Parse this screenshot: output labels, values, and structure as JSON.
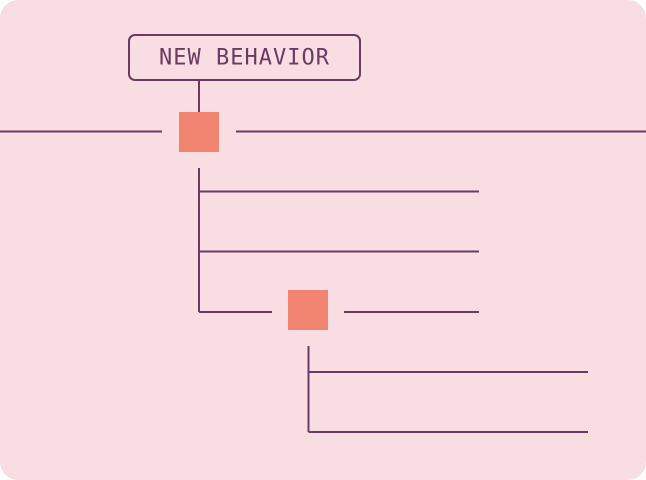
{
  "label": {
    "text": "NEW BEHAVIOR"
  },
  "colors": {
    "background": "#f8dde2",
    "line": "#6b3a62",
    "node": "#f28472",
    "label_border": "#6b3a62",
    "label_text": "#6b3a62"
  },
  "diagram": {
    "nodes": [
      {
        "name": "primary-node"
      },
      {
        "name": "secondary-node"
      }
    ]
  }
}
